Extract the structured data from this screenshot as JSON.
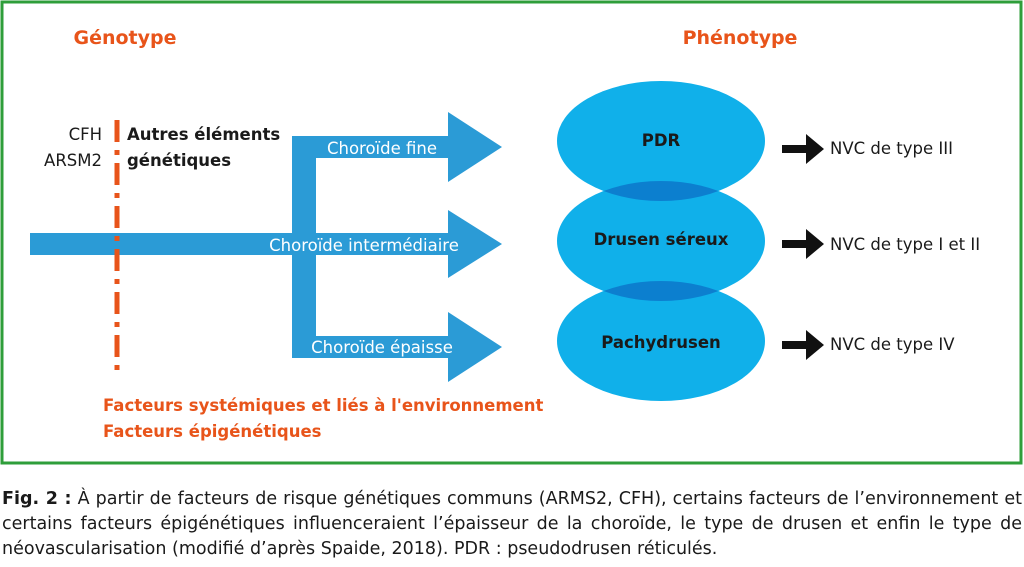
{
  "colors": {
    "frame": "#2e9e3a",
    "orange": "#e8541a",
    "flow_blue": "#2b9bd6",
    "ellipse_blue": "#10b0ea",
    "overlap_blue": "#0c7fcf",
    "text_dark": "#1a1a1a"
  },
  "headers": {
    "genotype": "Génotype",
    "phenotype": "Phénotype"
  },
  "genetic": {
    "left_line1": "CFH",
    "left_line2": "ARSM2",
    "right_line1": "Autres éléments",
    "right_line2": "génétiques"
  },
  "flows": {
    "fine": "Choroïde fine",
    "intermediate": "Choroïde intermédiaire",
    "thick": "Choroïde épaisse"
  },
  "phenotypes": [
    {
      "label": "PDR",
      "outcome": "NVC de type III"
    },
    {
      "label": "Drusen séreux",
      "outcome": "NVC de type I et II"
    },
    {
      "label": "Pachydrusen",
      "outcome": "NVC de type IV"
    }
  ],
  "factors": {
    "line1": "Facteurs systémiques et liés à l'environnement",
    "line2": "Facteurs épigénétiques"
  },
  "caption": {
    "label": "Fig. 2 :",
    "text": "À partir de facteurs de risque génétiques communs (ARMS2, CFH), certains facteurs de l’environnement et certains facteurs épigénétiques influenceraient l’épaisseur de la choroïde, le type de drusen et enfin le type de néovascularisation (modifié d’après Spaide, 2018). PDR : pseudodrusen réticulés."
  }
}
